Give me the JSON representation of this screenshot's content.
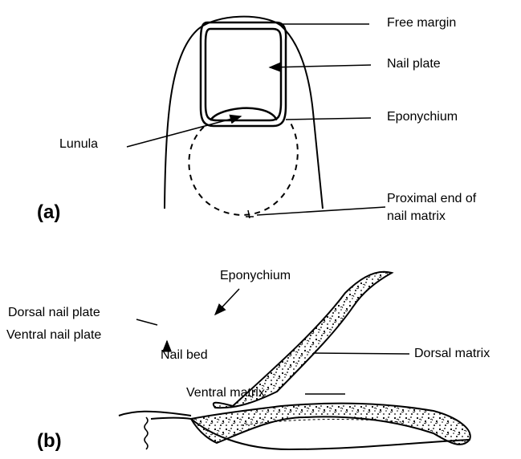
{
  "panel_a": {
    "tag": "(a)",
    "labels": {
      "free_margin": "Free margin",
      "nail_plate": "Nail plate",
      "eponychium": "Eponychium",
      "lunula": "Lunula",
      "proximal_end_line1": "Proximal end of",
      "proximal_end_line2": "nail matrix"
    }
  },
  "panel_b": {
    "tag": "(b)",
    "labels": {
      "eponychium": "Eponychium",
      "dorsal_nail_plate": "Dorsal nail plate",
      "ventral_nail_plate": "Ventral nail plate",
      "nail_bed": "Nail bed",
      "dorsal_matrix": "Dorsal matrix",
      "ventral_matrix": "Ventral matrix"
    }
  },
  "style": {
    "ink": "#000000",
    "background": "#ffffff"
  }
}
